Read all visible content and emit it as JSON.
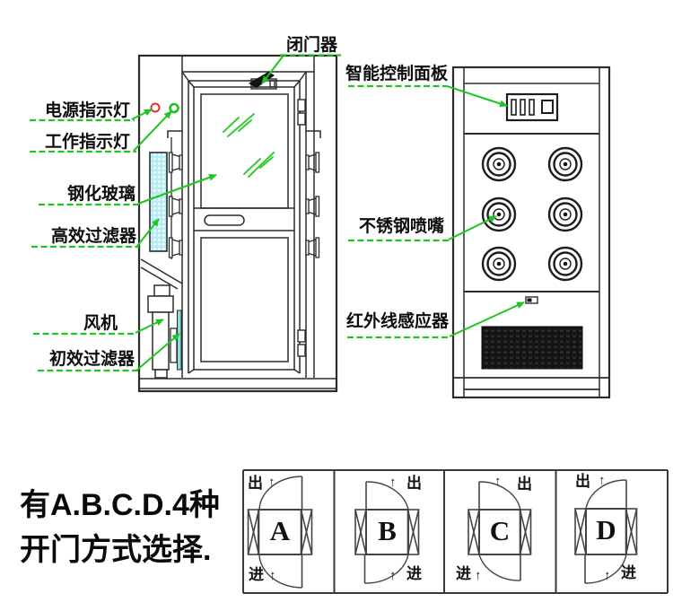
{
  "callouts": {
    "door_closer": "闭门器",
    "power_indicator": "电源指示灯",
    "work_indicator": "工作指示灯",
    "tempered_glass": "钢化玻璃",
    "hepa_filter": "高效过滤器",
    "fan": "风机",
    "primary_filter": "初效过滤器",
    "smart_control_panel": "智能控制面板",
    "stainless_nozzle": "不锈钢喷嘴",
    "infrared_sensor": "红外线感应器"
  },
  "headline": {
    "line1": "有A.B.C.D.4种",
    "line2": "开门方式选择."
  },
  "door_options": [
    {
      "letter": "A",
      "exit_text": "出",
      "exit_arrow": "↑",
      "enter_text": "进",
      "enter_arrow": "↑"
    },
    {
      "letter": "B",
      "exit_text": "出",
      "exit_arrow": "↑",
      "enter_text": "进",
      "enter_arrow": "↑"
    },
    {
      "letter": "C",
      "exit_text": "出",
      "exit_arrow": "↑",
      "enter_text": "进",
      "enter_arrow": "↑"
    },
    {
      "letter": "D",
      "exit_text": "出",
      "exit_arrow": "↑",
      "enter_text": "进",
      "enter_arrow": "↑"
    }
  ],
  "colors": {
    "line": "#2b2b2b",
    "leader_green": "#21c421",
    "indicator_red": "#e03030",
    "indicator_green": "#1dc01d",
    "filter_cyan": "#b5ecf4",
    "glass_mark_green": "#35cc35",
    "grille_black": "#141414"
  }
}
